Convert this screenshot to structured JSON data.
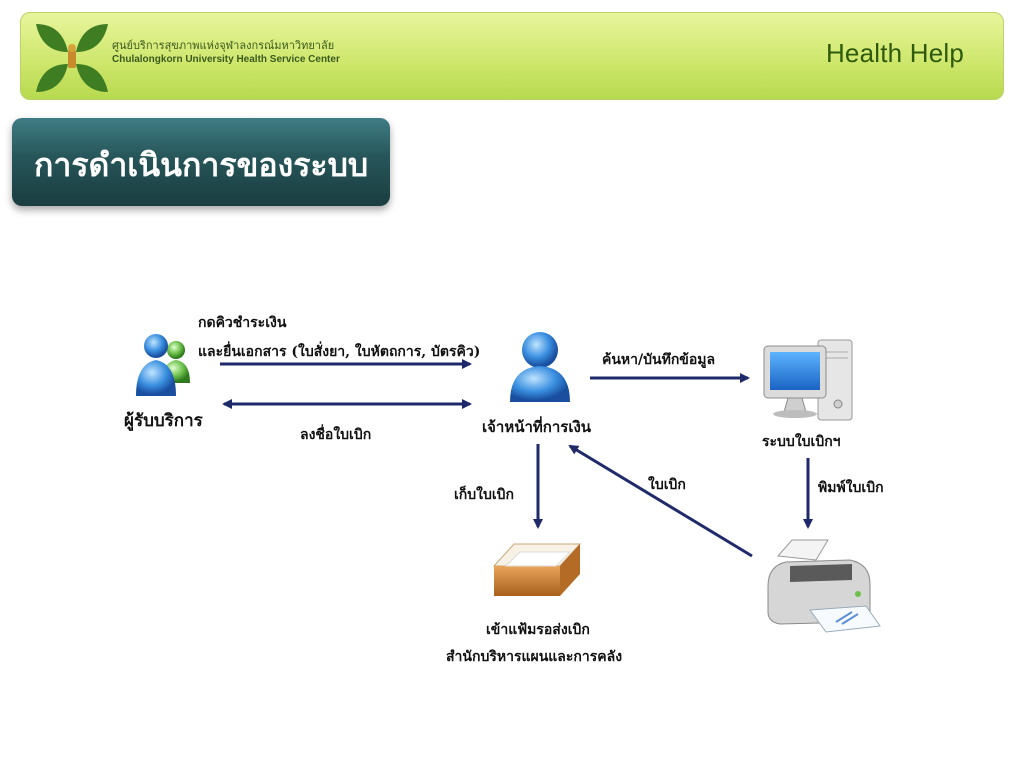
{
  "header": {
    "org_name_th": "ศูนย์บริการสุขภาพแห่งจุฬาลงกรณ์มหาวิทยาลัย",
    "org_name_en": "Chulalongkorn University Health Service Center",
    "brand_title": "Health Help"
  },
  "slide_title": "การดำเนินการของระบบ",
  "diagram": {
    "nodes": {
      "client": "ผู้รับบริการ",
      "cashier": "เจ้าหน้าที่การเงิน",
      "system": "ระบบใบเบิกฯ",
      "file_line1": "เข้าแฟ้มรอส่งเบิก",
      "file_line2": "สำนักบริหารแผนและการคลัง"
    },
    "edges": {
      "client_to_cashier_line1": "กดคิวชำระเงิน",
      "client_to_cashier_line2": "และยื่นเอกสาร (ใบสั่งยา, ใบหัตถการ, บัตรคิว)",
      "cashier_to_client": "ลงชื่อใบเบิก",
      "cashier_to_system": "ค้นหา/บันทึกข้อมูล",
      "cashier_to_file": "เก็บใบเบิก",
      "printer_to_cashier": "ใบเบิก",
      "system_to_printer": "พิมพ์ใบเบิก"
    },
    "colors": {
      "arrow": "#1f2a6b",
      "header_accent": "#2e5a0c",
      "title_bg": "#265559"
    },
    "icons": [
      "users-icon",
      "cashier-user-icon",
      "computer-icon",
      "file-tray-icon",
      "printer-icon"
    ]
  }
}
